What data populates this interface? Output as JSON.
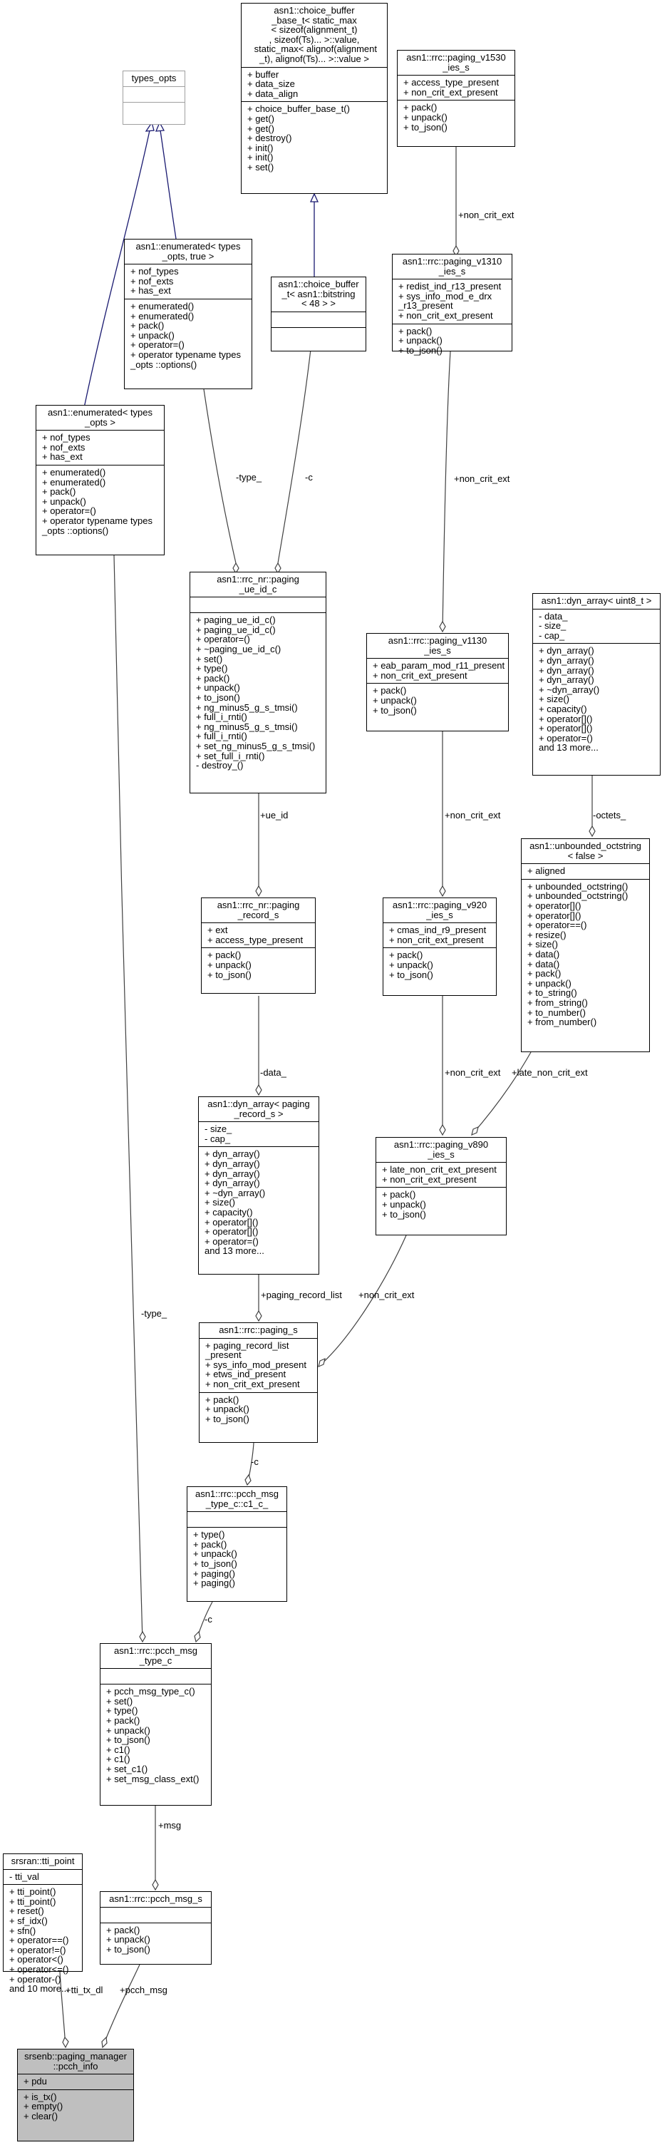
{
  "boxes": [
    {
      "id": "types_opts",
      "title": [
        "types_opts"
      ],
      "attrs": [],
      "methods": [],
      "gray": true
    },
    {
      "id": "choice_buffer_base",
      "title": [
        "asn1::choice_buffer",
        "_base_t< static_max",
        "< sizeof(alignment_t)",
        ", sizeof(Ts)... >::value,",
        " static_max< alignof(alignment",
        "_t), alignof(Ts)... >::value >"
      ],
      "attrs": [
        "+ buffer",
        "+ data_size",
        "+ data_align"
      ],
      "methods": [
        "+ choice_buffer_base_t()",
        "+ get()",
        "+ get()",
        "+ destroy()",
        "+ init()",
        "+ init()",
        "+ set()"
      ]
    },
    {
      "id": "paging_v1530",
      "title": [
        "asn1::rrc::paging_v1530",
        "_ies_s"
      ],
      "attrs": [
        "+ access_type_present",
        "+ non_crit_ext_present"
      ],
      "methods": [
        "+ pack()",
        "+ unpack()",
        "+ to_json()"
      ]
    },
    {
      "id": "enumerated_true",
      "title": [
        "asn1::enumerated< types",
        "_opts, true >"
      ],
      "attrs": [
        "+ nof_types",
        "+ nof_exts",
        "+ has_ext"
      ],
      "methods": [
        "+ enumerated()",
        "+ enumerated()",
        "+ pack()",
        "+ unpack()",
        "+ operator=()",
        "+ operator typename types",
        "_opts ::options()"
      ]
    },
    {
      "id": "choice_buffer_bitstring",
      "title": [
        "asn1::choice_buffer",
        "_t< asn1::bitstring",
        "< 48 > >"
      ],
      "attrs": [],
      "methods": []
    },
    {
      "id": "paging_v1310",
      "title": [
        "asn1::rrc::paging_v1310",
        "_ies_s"
      ],
      "attrs": [
        "+ redist_ind_r13_present",
        "+ sys_info_mod_e_drx",
        "_r13_present",
        "+ non_crit_ext_present"
      ],
      "methods": [
        "+ pack()",
        "+ unpack()",
        "+ to_json()"
      ]
    },
    {
      "id": "enumerated",
      "title": [
        "asn1::enumerated< types",
        "_opts >"
      ],
      "attrs": [
        "+ nof_types",
        "+ nof_exts",
        "+ has_ext"
      ],
      "methods": [
        "+ enumerated()",
        "+ enumerated()",
        "+ pack()",
        "+ unpack()",
        "+ operator=()",
        "+ operator typename types",
        "_opts ::options()"
      ]
    },
    {
      "id": "paging_ue_id_c",
      "title": [
        "asn1::rrc_nr::paging",
        "_ue_id_c"
      ],
      "attrs": [],
      "methods": [
        "+ paging_ue_id_c()",
        "+ paging_ue_id_c()",
        "+ operator=()",
        "+ ~paging_ue_id_c()",
        "+ set()",
        "+ type()",
        "+ pack()",
        "+ unpack()",
        "+ to_json()",
        "+ ng_minus5_g_s_tmsi()",
        "+ full_i_rnti()",
        "+ ng_minus5_g_s_tmsi()",
        "+ full_i_rnti()",
        "+ set_ng_minus5_g_s_tmsi()",
        "+ set_full_i_rnti()",
        "- destroy_()"
      ]
    },
    {
      "id": "dyn_array_uint8",
      "title": [
        "asn1::dyn_array< uint8_t >"
      ],
      "attrs": [
        "- data_",
        "- size_",
        "- cap_"
      ],
      "methods": [
        "+ dyn_array()",
        "+ dyn_array()",
        "+ dyn_array()",
        "+ dyn_array()",
        "+ ~dyn_array()",
        "+ size()",
        "+ capacity()",
        "+ operator[]()",
        "+ operator[]()",
        "+ operator=()",
        "and 13 more..."
      ]
    },
    {
      "id": "paging_v1130",
      "title": [
        "asn1::rrc::paging_v1130",
        "_ies_s"
      ],
      "attrs": [
        "+ eab_param_mod_r11_present",
        "+ non_crit_ext_present"
      ],
      "methods": [
        "+ pack()",
        "+ unpack()",
        "+ to_json()"
      ]
    },
    {
      "id": "unbounded_octstring",
      "title": [
        "asn1::unbounded_octstring",
        "< false >"
      ],
      "attrs": [
        "+ aligned"
      ],
      "methods": [
        "+ unbounded_octstring()",
        "+ unbounded_octstring()",
        "+ operator[]()",
        "+ operator[]()",
        "+ operator==()",
        "+ resize()",
        "+ size()",
        "+ data()",
        "+ data()",
        "+ pack()",
        "+ unpack()",
        "+ to_string()",
        "+ from_string()",
        "+ to_number()",
        "+ from_number()"
      ]
    },
    {
      "id": "paging_record_s",
      "title": [
        "asn1::rrc_nr::paging",
        "_record_s"
      ],
      "attrs": [
        "+ ext",
        "+ access_type_present"
      ],
      "methods": [
        "+ pack()",
        "+ unpack()",
        "+ to_json()"
      ]
    },
    {
      "id": "paging_v920",
      "title": [
        "asn1::rrc::paging_v920",
        "_ies_s"
      ],
      "attrs": [
        "+ cmas_ind_r9_present",
        "+ non_crit_ext_present"
      ],
      "methods": [
        "+ pack()",
        "+ unpack()",
        "+ to_json()"
      ]
    },
    {
      "id": "dyn_array_paging",
      "title": [
        "asn1::dyn_array< paging",
        "_record_s >"
      ],
      "attrs": [
        "- size_",
        "- cap_"
      ],
      "methods": [
        "+ dyn_array()",
        "+ dyn_array()",
        "+ dyn_array()",
        "+ dyn_array()",
        "+ ~dyn_array()",
        "+ size()",
        "+ capacity()",
        "+ operator[]()",
        "+ operator[]()",
        "+ operator=()",
        "and 13 more..."
      ]
    },
    {
      "id": "paging_v890",
      "title": [
        "asn1::rrc::paging_v890",
        "_ies_s"
      ],
      "attrs": [
        "+ late_non_crit_ext_present",
        "+ non_crit_ext_present"
      ],
      "methods": [
        "+ pack()",
        "+ unpack()",
        "+ to_json()"
      ]
    },
    {
      "id": "paging_s",
      "title": [
        "asn1::rrc::paging_s"
      ],
      "attrs": [
        "+ paging_record_list",
        "_present",
        "+ sys_info_mod_present",
        "+ etws_ind_present",
        "+ non_crit_ext_present"
      ],
      "methods": [
        "+ pack()",
        "+ unpack()",
        "+ to_json()"
      ]
    },
    {
      "id": "c1_c",
      "title": [
        "asn1::rrc::pcch_msg",
        "_type_c::c1_c_"
      ],
      "attrs": [],
      "methods": [
        "+ type()",
        "+ pack()",
        "+ unpack()",
        "+ to_json()",
        "+ paging()",
        "+ paging()"
      ]
    },
    {
      "id": "pcch_msg_type_c",
      "title": [
        "asn1::rrc::pcch_msg",
        "_type_c"
      ],
      "attrs": [],
      "methods": [
        "+ pcch_msg_type_c()",
        "+ set()",
        "+ type()",
        "+ pack()",
        "+ unpack()",
        "+ to_json()",
        "+ c1()",
        "+ c1()",
        "+ set_c1()",
        "+ set_msg_class_ext()"
      ]
    },
    {
      "id": "tti_point",
      "title": [
        "srsran::tti_point"
      ],
      "attrs": [
        "- tti_val"
      ],
      "methods": [
        "+ tti_point()",
        "+ tti_point()",
        "+ reset()",
        "+ sf_idx()",
        "+ sfn()",
        "+ operator==()",
        "+ operator!=()",
        "+ operator<()",
        "+ operator<=()",
        "+ operator-()",
        "and 10 more..."
      ]
    },
    {
      "id": "pcch_msg_s",
      "title": [
        "asn1::rrc::pcch_msg_s"
      ],
      "attrs": [],
      "methods": [
        "+ pack()",
        "+ unpack()",
        "+ to_json()"
      ]
    },
    {
      "id": "pcch_info",
      "title": [
        "srsenb::paging_manager",
        "::pcch_info"
      ],
      "attrs": [
        "+ pdu"
      ],
      "methods": [
        "+ is_tx()",
        "+ empty()",
        "+ clear()"
      ],
      "focus": true
    }
  ],
  "edge_labels": {
    "type_a": "-type_",
    "c_a": "-c",
    "non_crit_ext_1530": "+non_crit_ext",
    "non_crit_ext_1310": "+non_crit_ext",
    "octets": "-octets_",
    "ue_id": "+ue_id",
    "non_crit_ext_1130": "+non_crit_ext",
    "data": "-data_",
    "late_non_crit_ext": "+late_non_crit_ext",
    "non_crit_ext_920": "+non_crit_ext",
    "type_b": "-type_",
    "paging_record_list": "+paging_record_list",
    "non_crit_ext_890": "+non_crit_ext",
    "c_b": "-c",
    "c_c": "-c",
    "msg": "+msg",
    "tti_tx_dl": "+tti_tx_dl",
    "pcch_msg": "+pcch_msg"
  }
}
